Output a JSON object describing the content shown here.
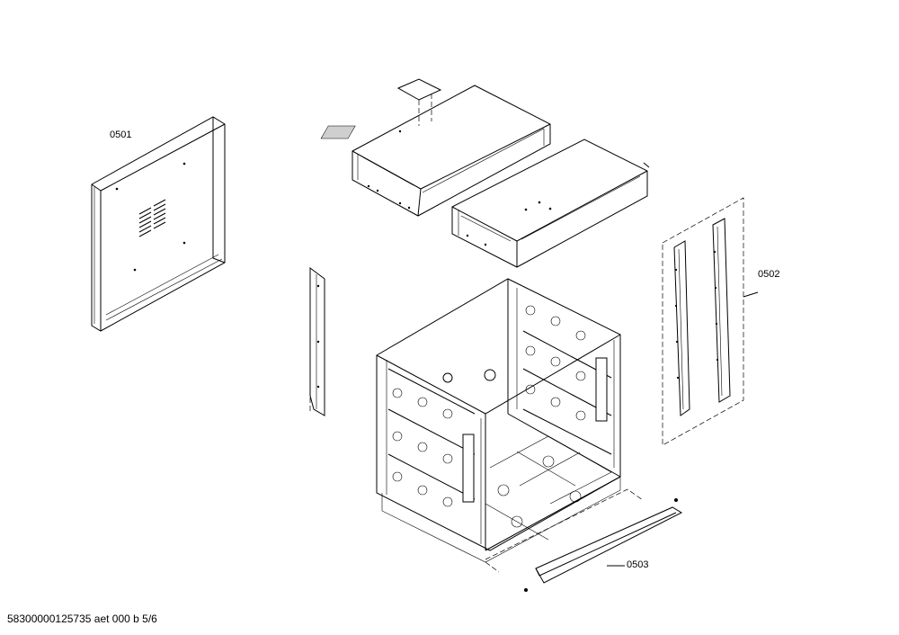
{
  "callouts": {
    "c0501": "0501",
    "c0502": "0502",
    "c0503": "0503"
  },
  "footer": {
    "document_id": "58300000125735 aet 000 b 5/6"
  }
}
